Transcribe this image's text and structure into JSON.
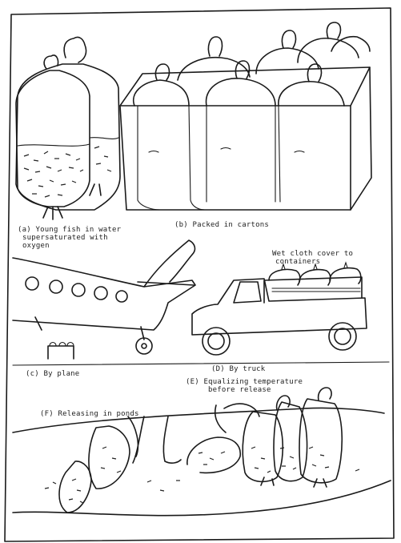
{
  "captions": {
    "a_line1": "(a) Young fish in water",
    "a_line2": "supersaturated with",
    "a_line3": "oxygen",
    "b": "(b) Packed in cartons",
    "c": "(c) By plane",
    "d_note_line1": "Wet cloth cover to",
    "d_note_line2": "containers",
    "d": "(D) By truck",
    "e_line1": "(E) Equalizing temperature",
    "e_line2": "before release",
    "f": "(F) Releasing in ponds"
  }
}
